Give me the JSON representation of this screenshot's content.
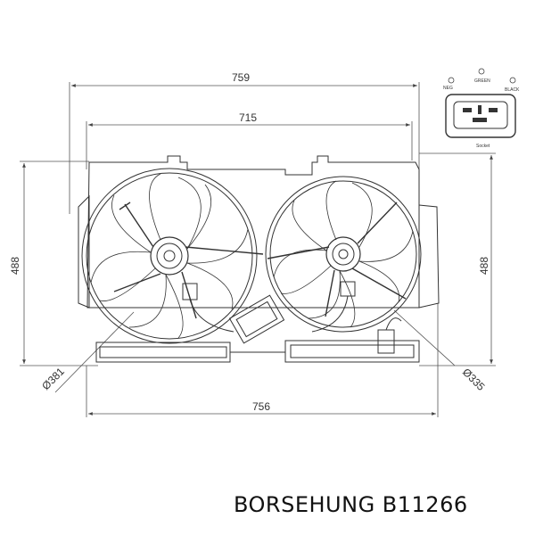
{
  "dimensions": {
    "top_width": "759",
    "inner_width": "715",
    "bottom_width": "756",
    "left_height": "488",
    "right_height": "488",
    "left_fan_diameter": "Ø381",
    "right_fan_diameter": "Ø335"
  },
  "connector": {
    "label_neg": "NEG",
    "label_green": "GREEN",
    "label_black": "BLACK",
    "label_socket": "Socket"
  },
  "brand": {
    "text": "BORSEHUNG B11266"
  }
}
